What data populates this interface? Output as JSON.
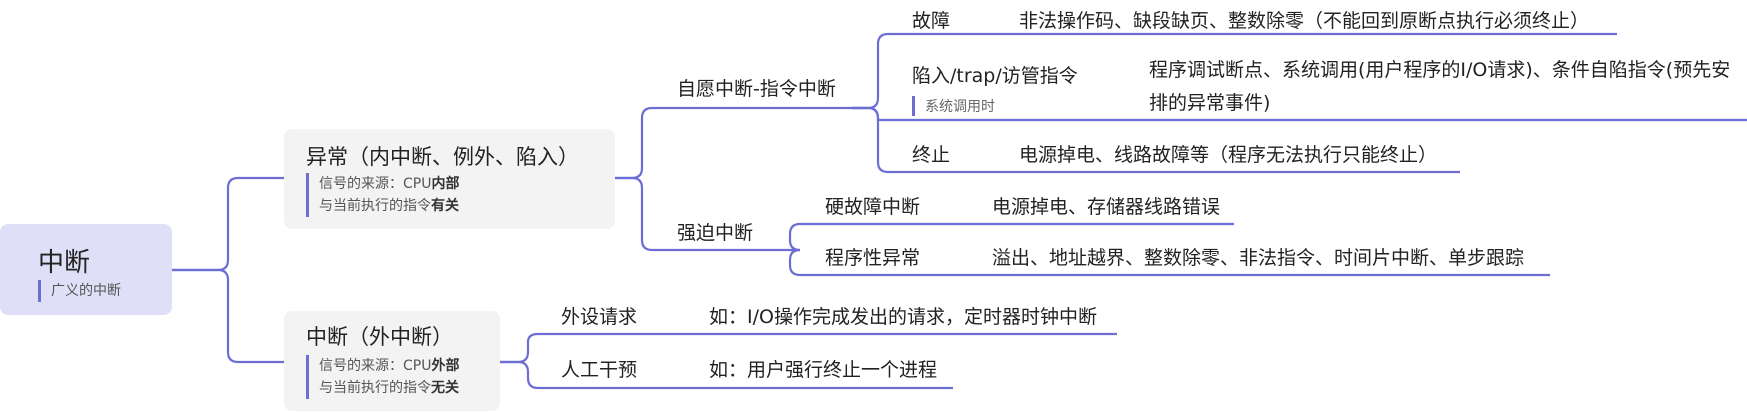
{
  "root": {
    "title": "中断",
    "note": "广义的中断"
  },
  "exception": {
    "title": "异常（内中断、例外、陷入）",
    "note_line1_prefix": "信号的来源：CPU",
    "note_line1_bold": "内部",
    "note_line2_prefix": "与当前执行的指令",
    "note_line2_bold": "有关",
    "voluntary": {
      "title": "自愿中断-指令中断",
      "fault": {
        "label": "故障",
        "desc": "非法操作码、缺段缺页、整数除零（不能回到原断点执行必须终止）"
      },
      "trap": {
        "label": "陷入/trap/访管指令",
        "note": "系统调用时",
        "desc_line1": "程序调试断点、系统调用(用户程序的I/O请求)、条件自陷指令(预先安",
        "desc_line2": "排的异常事件)"
      },
      "abort": {
        "label": "终止",
        "desc": "电源掉电、线路故障等（程序无法执行只能终止）"
      }
    },
    "forced": {
      "title": "强迫中断",
      "hardware": {
        "label": "硬故障中断",
        "desc": "电源掉电、存储器线路错误"
      },
      "program": {
        "label": "程序性异常",
        "desc": "溢出、地址越界、整数除零、非法指令、时间片中断、单步跟踪"
      }
    }
  },
  "interrupt": {
    "title": "中断（外中断）",
    "note_line1_prefix": "信号的来源：CPU",
    "note_line1_bold": "外部",
    "note_line2_prefix": "与当前执行的指令",
    "note_line2_bold": "无关",
    "device": {
      "label": "外设请求",
      "desc": "如：I/O操作完成发出的请求，定时器时钟中断"
    },
    "manual": {
      "label": "人工干预",
      "desc": "如：用户强行终止一个进程"
    }
  },
  "colors": {
    "line": "#6c6ed4",
    "root_fill": "#e0dff8",
    "box_fill": "#f3f3f3"
  }
}
